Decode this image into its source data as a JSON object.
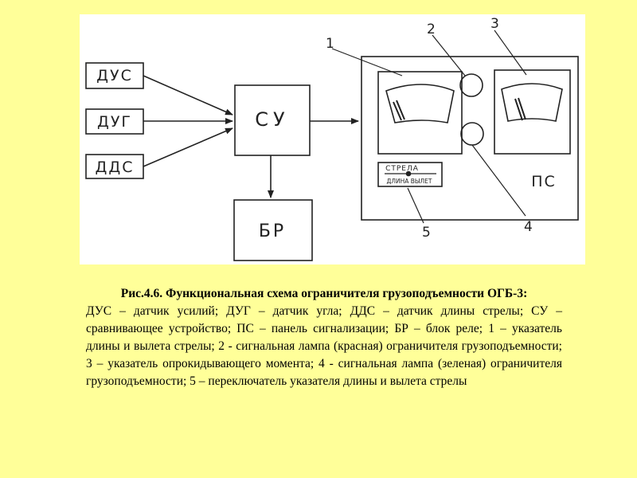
{
  "figure": {
    "blocks": {
      "dus": "ДУС",
      "dug": "ДУГ",
      "dds": "ДДС",
      "su": "СУ",
      "br": "БР",
      "ps": "ПС"
    },
    "switch_label_top": "СТРЕЛА",
    "switch_label_bottom": "ДЛИНА ВЫЛЕТ",
    "callouts": [
      "1",
      "2",
      "3",
      "4",
      "5"
    ]
  },
  "caption": {
    "title": "Рис.4.6. Функциональная схема ограничителя грузоподъемности ОГБ-3:",
    "body": "ДУС – датчик усилий; ДУГ – датчик угла; ДДС – датчик длины стрелы; СУ – сравнивающее устройство; ПС – панель сигнализации; БР – блок реле; 1 – указатель длины и вылета стрелы; 2 - сигнальная лампа (красная) ограничителя грузоподъемности; 3 – указатель опрокидывающего момента; 4 - сигнальная лампа (зеленая) ограничителя грузоподъемности; 5 – переключатель указателя длины и вылета стрелы"
  }
}
